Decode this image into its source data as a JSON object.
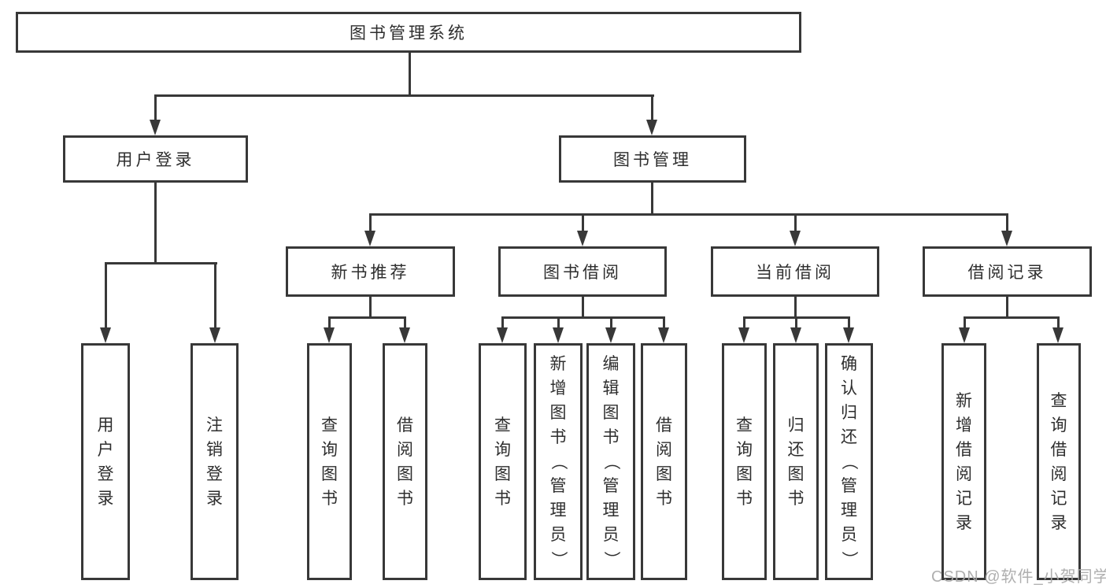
{
  "diagram": {
    "title": "图书管理系统",
    "root": {
      "label": "图书管理系统"
    },
    "level2": [
      {
        "label": "用户登录"
      },
      {
        "label": "图书管理"
      }
    ],
    "level3": [
      {
        "label": "新书推荐"
      },
      {
        "label": "图书借阅"
      },
      {
        "label": "当前借阅"
      },
      {
        "label": "借阅记录"
      }
    ],
    "leaves": {
      "user_login": [
        "用户登录",
        "注销登录"
      ],
      "new_book_recommend": [
        "查询图书",
        "借阅图书"
      ],
      "book_borrow": [
        "查询图书",
        "新增图书（管理员）",
        "编辑图书（管理员）",
        "借阅图书"
      ],
      "current_borrow": [
        "查询图书",
        "归还图书",
        "确认归还（管理员）"
      ],
      "borrow_records": [
        "新增借阅记录",
        "查询借阅记录"
      ]
    },
    "colors": {
      "line": "#383838",
      "text": "#2e2e2e",
      "background": "#ffffff"
    }
  },
  "watermark": "CSDN @软件_小贺同学"
}
